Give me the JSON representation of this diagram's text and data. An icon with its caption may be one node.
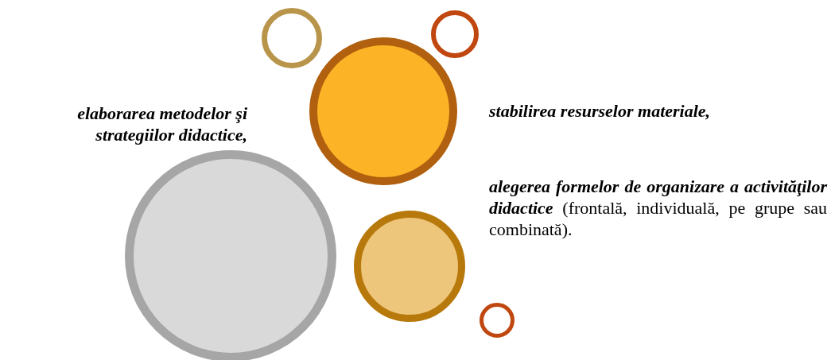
{
  "diagram": {
    "nodes": [
      {
        "text": [],
        "shape": "circle"
      },
      {
        "text": [],
        "shape": "circle"
      },
      {
        "text": [],
        "shape": "circle",
        "beside": [
          "stabilirea resurselor materiale,"
        ]
      },
      {
        "text": [],
        "shape": "circle",
        "beside": [
          "elaborarea metodelor şi strategiilor didactice,"
        ]
      },
      {
        "text": [],
        "shape": "circle",
        "beside": [
          "**alegerea formelor de organizare a activităţilor didactice** (frontală, individuală, pe grupe sau combinată)."
        ]
      },
      {
        "text": [],
        "shape": "circle"
      }
    ]
  }
}
